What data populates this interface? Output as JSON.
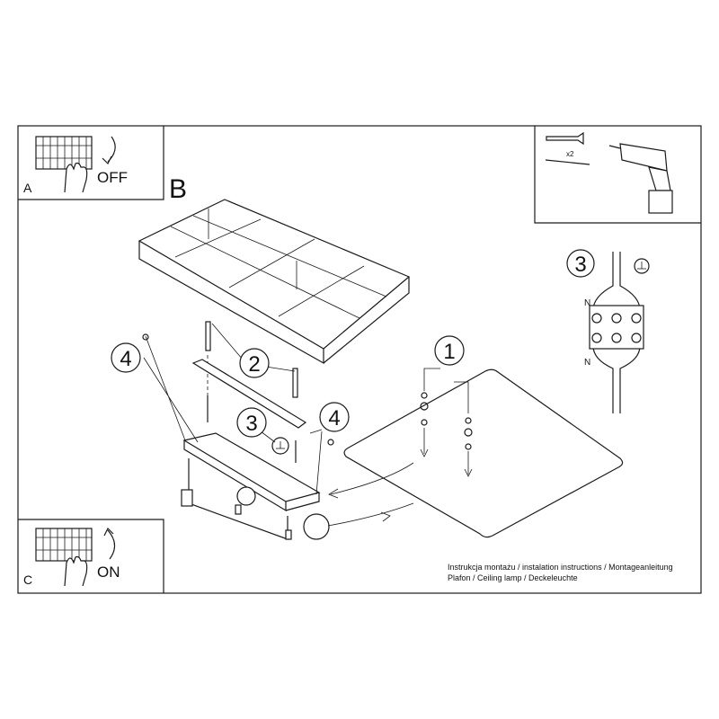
{
  "panels": {
    "a": {
      "letter": "A",
      "action": "OFF"
    },
    "b": {
      "letter": "B"
    },
    "c": {
      "letter": "C",
      "action": "ON"
    }
  },
  "tools": {
    "quantity": "x2"
  },
  "wiring": {
    "step": "3",
    "neutral_top": "N",
    "neutral_bottom": "N"
  },
  "callouts": [
    "1",
    "2",
    "3",
    "4",
    "4"
  ],
  "footer": {
    "line1": "Instrukcja montażu / instalation instructions / Montageanleitung",
    "line2": "Plafon / Ceiling lamp / Deckeleuchte"
  }
}
